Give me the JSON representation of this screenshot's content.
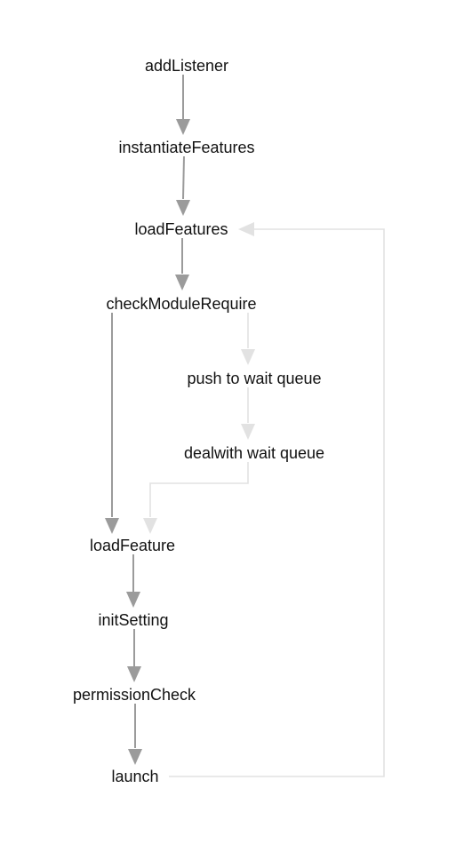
{
  "diagram": {
    "nodes": [
      {
        "id": "addListener",
        "label": "addListener"
      },
      {
        "id": "instantiateFeatures",
        "label": "instantiateFeatures"
      },
      {
        "id": "loadFeatures",
        "label": "loadFeatures"
      },
      {
        "id": "checkModuleRequire",
        "label": "checkModuleRequire"
      },
      {
        "id": "pushWaitQueue",
        "label": "push to wait queue"
      },
      {
        "id": "dealwithWaitQueue",
        "label": "dealwith wait queue"
      },
      {
        "id": "loadFeature",
        "label": "loadFeature"
      },
      {
        "id": "initSetting",
        "label": "initSetting"
      },
      {
        "id": "permissionCheck",
        "label": "permissionCheck"
      },
      {
        "id": "launch",
        "label": "launch"
      }
    ],
    "edges": [
      {
        "from": "addListener",
        "to": "instantiateFeatures",
        "style": "primary"
      },
      {
        "from": "instantiateFeatures",
        "to": "loadFeatures",
        "style": "primary"
      },
      {
        "from": "loadFeatures",
        "to": "checkModuleRequire",
        "style": "primary"
      },
      {
        "from": "checkModuleRequire",
        "to": "pushWaitQueue",
        "style": "secondary"
      },
      {
        "from": "pushWaitQueue",
        "to": "dealwithWaitQueue",
        "style": "secondary"
      },
      {
        "from": "dealwithWaitQueue",
        "to": "loadFeature",
        "style": "secondary"
      },
      {
        "from": "checkModuleRequire",
        "to": "loadFeature",
        "style": "primary"
      },
      {
        "from": "loadFeature",
        "to": "initSetting",
        "style": "primary"
      },
      {
        "from": "initSetting",
        "to": "permissionCheck",
        "style": "primary"
      },
      {
        "from": "permissionCheck",
        "to": "launch",
        "style": "primary"
      },
      {
        "from": "launch",
        "to": "loadFeatures",
        "style": "secondary"
      }
    ],
    "colors": {
      "primary": "#9b9b9b",
      "secondary": "#e2e2e2",
      "text": "#111111"
    }
  }
}
